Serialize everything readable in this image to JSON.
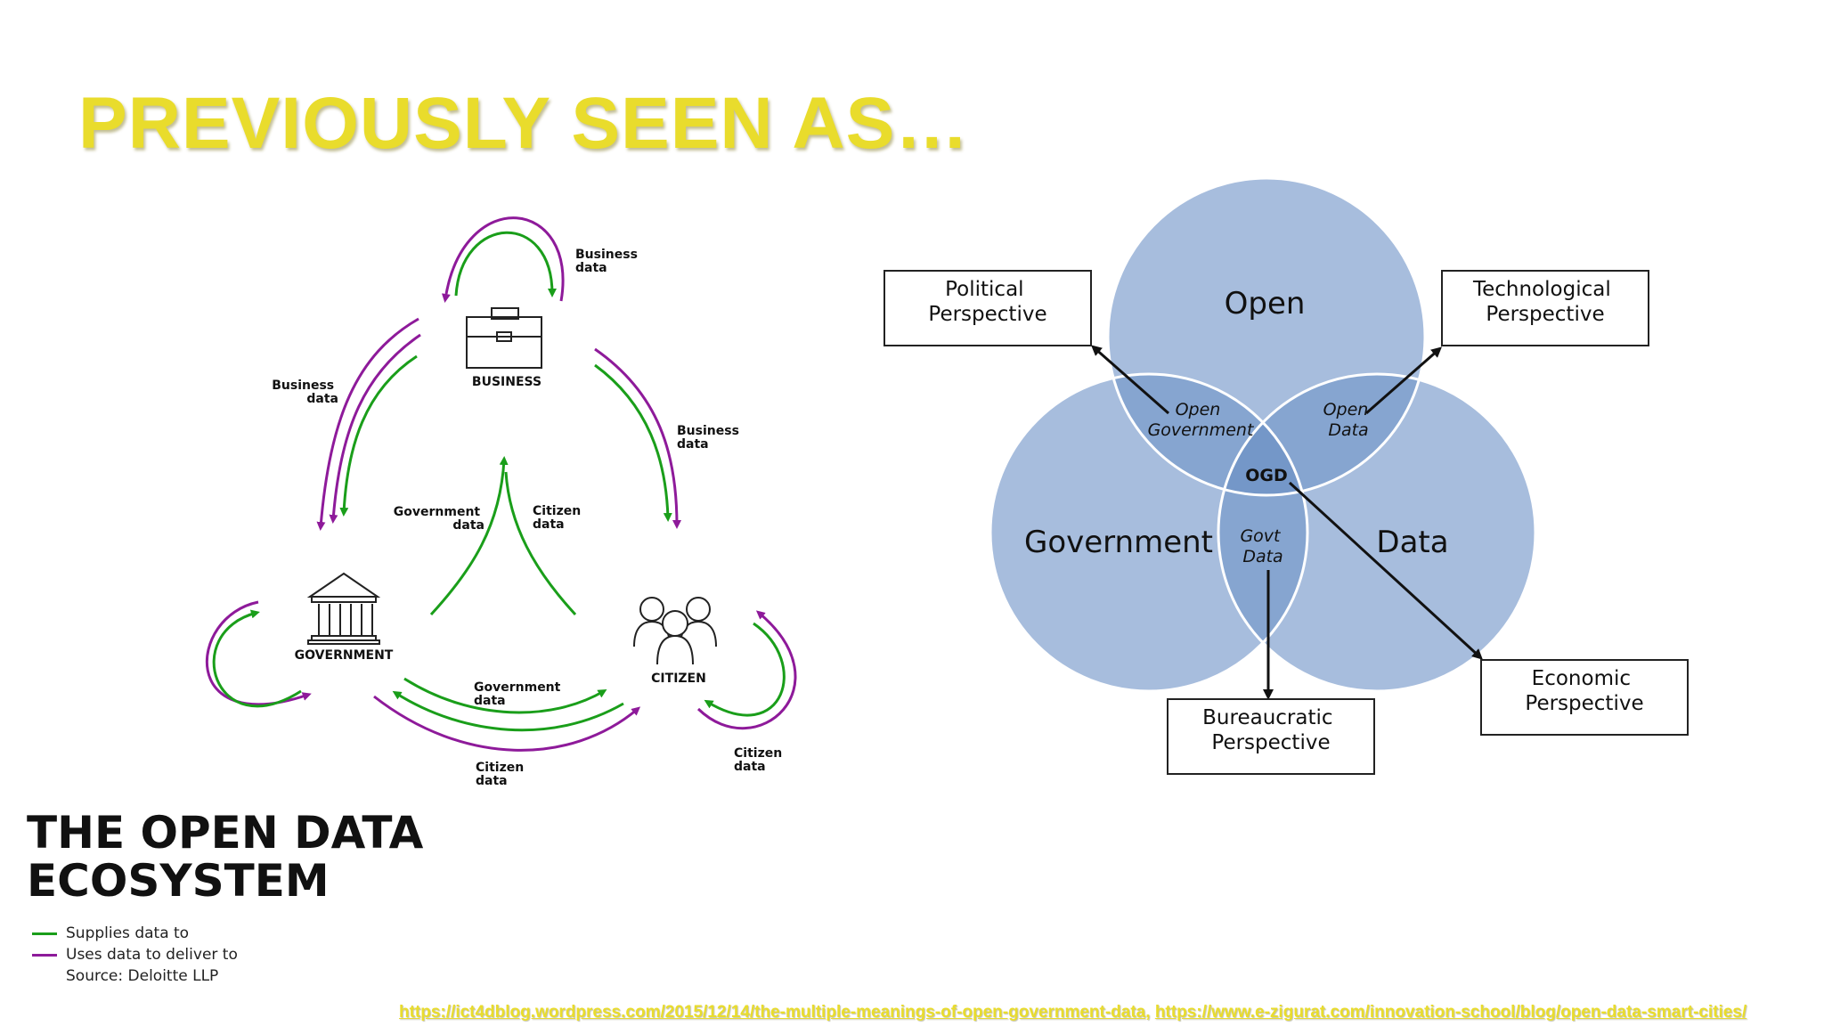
{
  "slide": {
    "title": "PREVIOUSLY SEEN AS…"
  },
  "ecosystem": {
    "title_line1": "THE OPEN DATA",
    "title_line2": "ECOSYSTEM",
    "nodes": {
      "business": "BUSINESS",
      "government": "GOVERNMENT",
      "citizen": "CITIZEN"
    },
    "flow_labels": {
      "business_self": [
        "Business",
        "data"
      ],
      "business_to_government": [
        "Business",
        "data"
      ],
      "business_to_citizen": [
        "Business",
        "data"
      ],
      "government_to_business": [
        "Government",
        "data"
      ],
      "citizen_to_business": [
        "Citizen",
        "data"
      ],
      "government_to_citizen": [
        "Government",
        "data"
      ],
      "citizen_to_government": [
        "Citizen",
        "data"
      ],
      "citizen_self": [
        "Citizen",
        "data"
      ]
    },
    "legend": {
      "supplies": "Supplies data to",
      "uses": "Uses data to deliver to",
      "source": "Source: Deloitte LLP"
    },
    "colors": {
      "supplies": "#1a9e1a",
      "uses": "#8e1a9a"
    }
  },
  "venn": {
    "circles": {
      "open": "Open",
      "government": "Government",
      "data": "Data"
    },
    "intersections": {
      "open_government": [
        "Open",
        "Government"
      ],
      "open_data": [
        "Open",
        "Data"
      ],
      "govt_data": [
        "Govt",
        "Data"
      ],
      "center": "OGD"
    },
    "perspectives": {
      "political": [
        "Political",
        "Perspective"
      ],
      "technological": [
        "Technological",
        "Perspective"
      ],
      "bureaucratic": [
        "Bureaucratic",
        "Perspective"
      ],
      "economic": [
        "Economic",
        "Perspective"
      ]
    },
    "colors": {
      "circle": "#a7bddd",
      "overlap2": "#86a5d0",
      "overlap3": "#7497c8"
    }
  },
  "sources": {
    "link1": "https://ict4dblog.wordpress.com/2015/12/14/the-multiple-meanings-of-open-government-data",
    "separator": ", ",
    "link2": "https://www.e-zigurat.com/innovation-school/blog/open-data-smart-cities/"
  }
}
